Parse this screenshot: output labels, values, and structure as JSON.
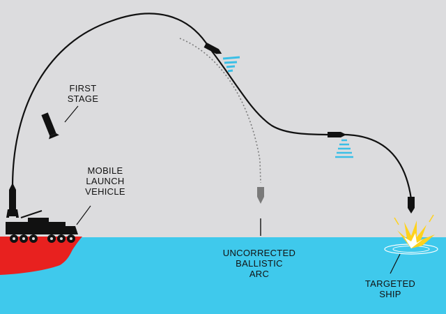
{
  "labels": {
    "first_stage": [
      "FIRST",
      "STAGE"
    ],
    "mobile_launch_vehicle": [
      "MOBILE",
      "LAUNCH",
      "VEHICLE"
    ],
    "uncorrected_arc": [
      "UNCORRECTED",
      "BALLISTIC",
      "ARC"
    ],
    "targeted_ship": [
      "TARGETED",
      "SHIP"
    ]
  },
  "colors": {
    "background": "#dcdcde",
    "sea": "#3fc9ec",
    "land": "#e8211f",
    "trajectory": "#111111",
    "uncorrected_arc": "#7a7a7a",
    "radar_waves": "#3bbfe6",
    "explosion": "#ffd21c"
  }
}
